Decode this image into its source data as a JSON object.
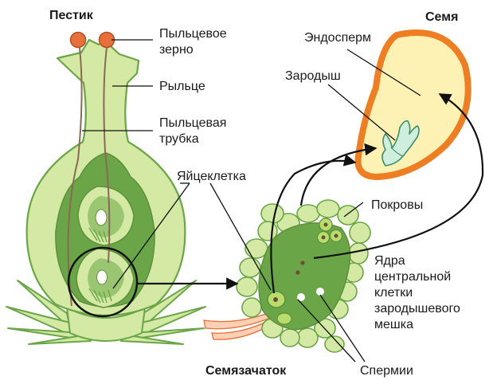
{
  "titles": {
    "pistil": "Пестик",
    "seed": "Семя",
    "ovule": "Семязачаток"
  },
  "labels": {
    "pollen_line1": "Пыльцевое",
    "pollen_line2": "зерно",
    "stigma": "Рыльце",
    "tube_line1": "Пыльцевая",
    "tube_line2": "трубка",
    "egg_cell": "Яйцеклетка",
    "endosperm": "Эндосперм",
    "embryo": "Зародыш",
    "integuments": "Покровы",
    "nuclei_line1": "Ядра",
    "nuclei_line2": "центральной",
    "nuclei_line3": "клетки",
    "nuclei_line4": "зародышевого",
    "nuclei_line5": "мешка",
    "sperms": "Спермии"
  },
  "colors": {
    "light_green": "#d4eaa4",
    "mid_green": "#6aa647",
    "dark_outline": "#5e8f3a",
    "pollen_orange": "#e8703a",
    "seed_orange": "#ef7d22",
    "seed_fill": "#fdf2b4",
    "embryo_fill": "#cfeedd",
    "tube_brown": "#8a6a55"
  }
}
